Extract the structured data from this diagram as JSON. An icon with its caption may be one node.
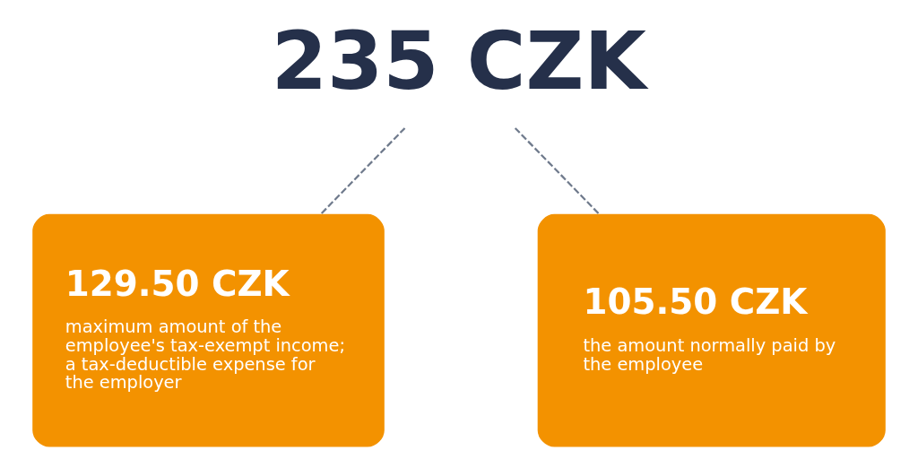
{
  "diagram": {
    "nodes": [
      {
        "text": [
          "235 CZK"
        ]
      },
      {
        "text": [
          "129.50 CZK",
          "maximum amount of the employee's tax-exempt income; a tax-deductible expense for the employer"
        ]
      },
      {
        "text": [
          "105.50 CZK",
          "the amount normally paid by the employee"
        ]
      }
    ],
    "edges": [
      {
        "from": 0,
        "to": 1,
        "arrow": "none",
        "style": "dashed"
      },
      {
        "from": 0,
        "to": 2,
        "arrow": "none",
        "style": "dashed"
      }
    ]
  }
}
